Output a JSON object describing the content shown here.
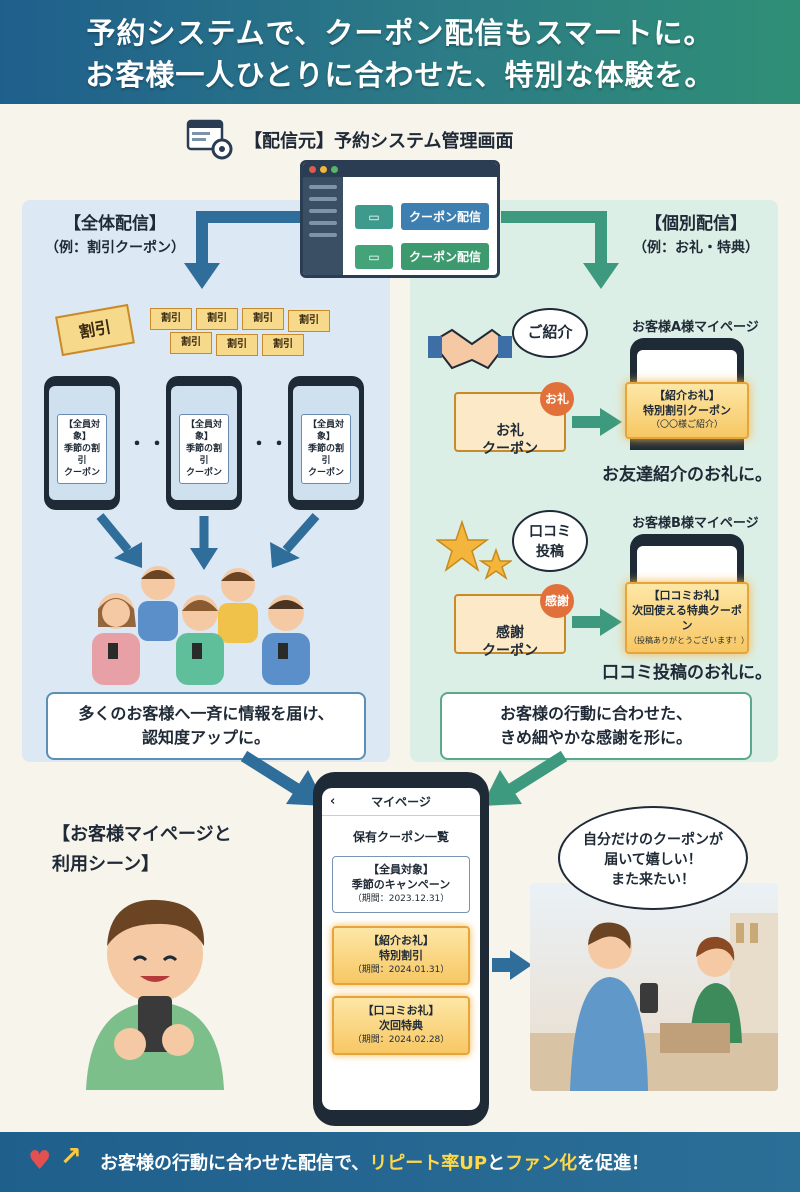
{
  "header": {
    "line1": "予約システムで、クーポン配信もスマートに。",
    "line2": "お客様一人ひとりに合わせた、特別な体験を。"
  },
  "source": {
    "label": "【配信元】予約システム管理画面",
    "button1": "クーポン配信",
    "button2": "クーポン配信"
  },
  "left": {
    "title": "【全体配信】",
    "subtitle": "（例：割引クーポン）",
    "coupon_label": "割引",
    "mini_coupon_label": "割引",
    "phone_card": "【全員対象】\n季節の割引\nクーポン",
    "dots": "・・・",
    "message": "多くのお客様へ一斉に情報を届け、\n認知度アップに。"
  },
  "right": {
    "title": "【個別配信】",
    "subtitle": "（例：お礼・特典）",
    "caseA": {
      "bubble": "ご紹介",
      "coupon": "お礼\nクーポン",
      "badge": "お礼",
      "mypage": "お客様A様マイページ",
      "card_title": "【紹介お礼】",
      "card_body": "特別割引クーポン",
      "card_note": "（〇〇様ご紹介）",
      "caption": "お友達紹介のお礼に。"
    },
    "caseB": {
      "bubble": "口コミ\n投稿",
      "coupon": "感謝\nクーポン",
      "badge": "感謝",
      "mypage": "お客様B様マイページ",
      "card_title": "【口コミお礼】",
      "card_body": "次回使える特典クーポン",
      "card_note": "（投稿ありがとうございます！）",
      "caption": "口コミ投稿のお礼に。"
    },
    "message": "お客様の行動に合わせた、\nきめ細やかな感謝を形に。"
  },
  "bottom": {
    "heading": "【お客様マイページと\n利用シーン】",
    "mypage_title": "マイページ",
    "list_title": "保有クーポン一覧",
    "cards": [
      {
        "title": "【全員対象】",
        "name": "季節のキャンペーン",
        "period": "（期間：2023.12.31）"
      },
      {
        "title": "【紹介お礼】",
        "name": "特別割引",
        "period": "（期間：2024.01.31）"
      },
      {
        "title": "【口コミお礼】",
        "name": "次回特典",
        "period": "（期間：2024.02.28）"
      }
    ],
    "speech": "自分だけのクーポンが\n届いて嬉しい！\nまた来たい！"
  },
  "footer": {
    "part1": "お客様の行動に合わせた配信で、",
    "hl1": "リピート率UP",
    "part2": "と",
    "hl2": "ファン化",
    "part3": "を促進！"
  },
  "colors": {
    "header_start": "#1f5f8c",
    "header_end": "#2f8f76",
    "left_panel": "#dce8f3",
    "right_panel": "#dcefe6",
    "accent_gold": "#f7c764",
    "footer_highlight": "#ffd84a"
  }
}
